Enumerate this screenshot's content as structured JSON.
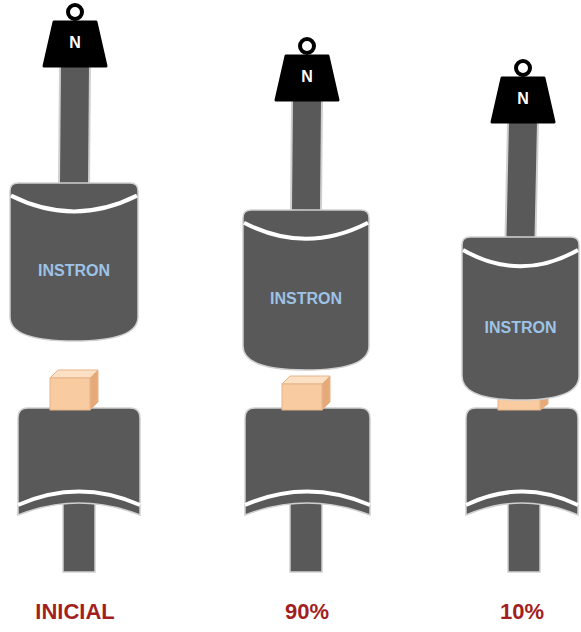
{
  "diagram": {
    "nodes": [
      {
        "text": [
          "N"
        ]
      },
      {
        "text": [
          "INSTRON"
        ]
      },
      {
        "text": [
          "N"
        ]
      },
      {
        "text": [
          "INSTRON"
        ]
      },
      {
        "text": [
          "N"
        ]
      },
      {
        "text": [
          "INSTRON"
        ]
      }
    ],
    "edges": [
      {
        "from": 0,
        "to": 1,
        "arrow": "none"
      },
      {
        "from": 2,
        "to": 3,
        "arrow": "none"
      },
      {
        "from": 4,
        "to": 5,
        "arrow": "none"
      }
    ],
    "labels": [
      "INICIAL",
      "90%",
      "10%"
    ]
  }
}
